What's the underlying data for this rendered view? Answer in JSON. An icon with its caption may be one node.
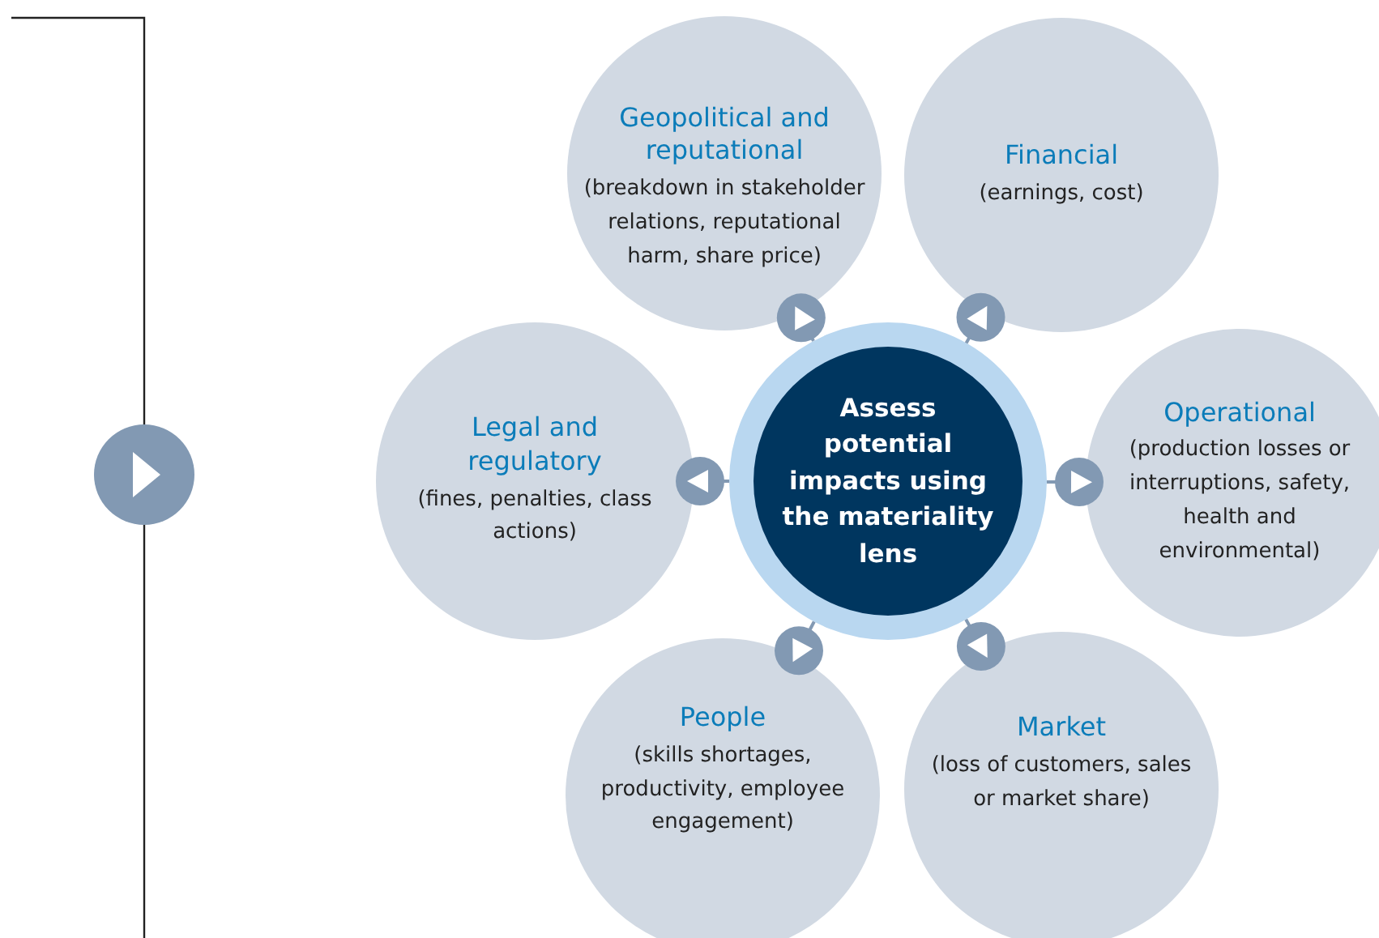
{
  "diagram": {
    "nodes": [
      {
        "text": [
          "Geopolitical and reputational",
          "(breakdown in stakeholder relations, reputational harm, share price)"
        ]
      },
      {
        "text": [
          "Financial",
          "(earnings, cost)"
        ]
      },
      {
        "text": [
          "Legal and regulatory",
          "(fines, penalties, class actions)"
        ]
      },
      {
        "text": [
          "Assess potential impacts using the materiality lens"
        ]
      },
      {
        "text": [
          "Operational",
          "(production losses or interruptions, safety, health and environmental)"
        ]
      },
      {
        "text": [
          "People",
          "(skills shortages, productivity, employee engagement)"
        ]
      },
      {
        "text": [
          "Market",
          "(loss of customers, sales or market share)"
        ]
      }
    ],
    "edges": [
      {
        "from": 3,
        "to": 0,
        "arrow": "to"
      },
      {
        "from": 3,
        "to": 1,
        "arrow": "to"
      },
      {
        "from": 3,
        "to": 4,
        "arrow": "to"
      },
      {
        "from": 3,
        "to": 6,
        "arrow": "to"
      },
      {
        "from": 3,
        "to": 5,
        "arrow": "to"
      },
      {
        "from": 3,
        "to": 2,
        "arrow": "to"
      }
    ]
  }
}
